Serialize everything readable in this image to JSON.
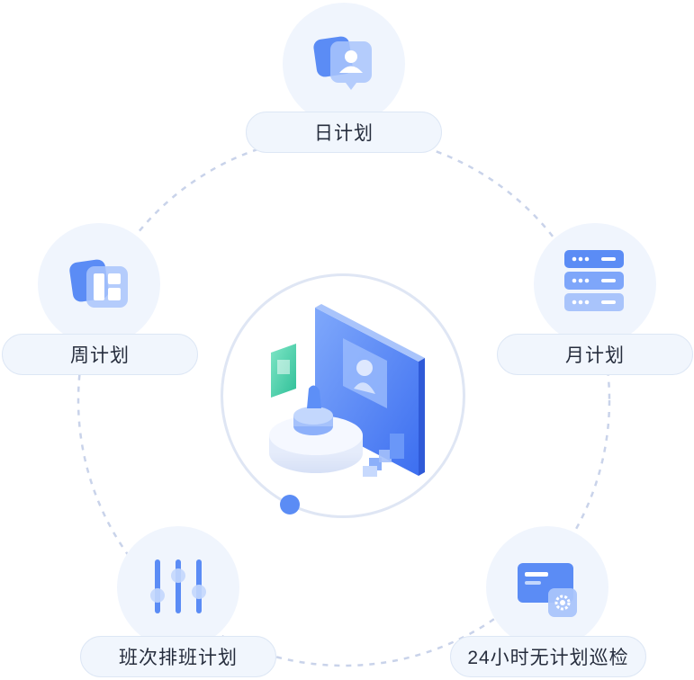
{
  "nodes": [
    {
      "id": "daily",
      "label": "日计划",
      "icon": "user-profile-icon"
    },
    {
      "id": "weekly",
      "label": "周计划",
      "icon": "layout-grid-icon"
    },
    {
      "id": "monthly",
      "label": "月计划",
      "icon": "server-stack-icon"
    },
    {
      "id": "shift",
      "label": "班次排班计划",
      "icon": "sliders-icon"
    },
    {
      "id": "patrol",
      "label": "24小时无计划巡检",
      "icon": "card-settings-icon"
    }
  ],
  "colors": {
    "accent": "#4f86f7",
    "accent_light": "#a9c4fb",
    "node_bg": "#f0f5fd",
    "pill_border": "#dde7f5",
    "ring_dash": "#c9d3ea",
    "text": "#262d3d",
    "teal": "#3fcfa8"
  },
  "center": {
    "icon": "monitor-scene-icon"
  }
}
